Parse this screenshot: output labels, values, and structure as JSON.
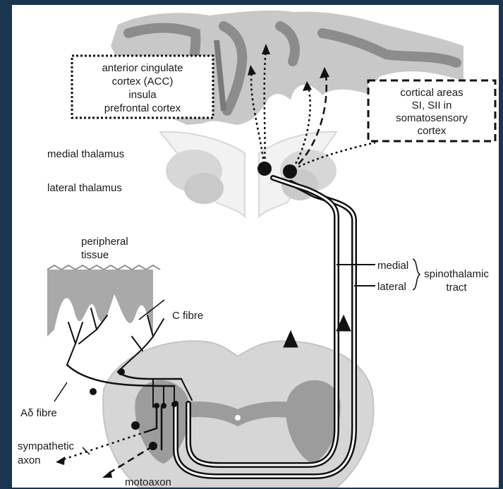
{
  "labels": {
    "acc_box": [
      "anterior cingulate",
      "cortex (ACC)",
      "insula",
      "prefrontal cortex"
    ],
    "cortical_box": [
      "cortical areas",
      "SI, SII in",
      "somatosensory",
      "cortex"
    ],
    "medial_thalamus": "medial thalamus",
    "lateral_thalamus": "lateral thalamus",
    "peripheral_tissue": [
      "peripheral",
      "tissue"
    ],
    "c_fibre": "C fibre",
    "a_delta_fibre": "Aδ fibre",
    "medial": "medial",
    "lateral": "lateral",
    "spinothalamic_tract": [
      "spinothalamic",
      "tract"
    ],
    "sympathetic_axon": [
      "sympathetic",
      "axon"
    ],
    "motoaxon": "motoaxon"
  },
  "colors": {
    "background_frame": "#1b3550",
    "panel": "#ffffff",
    "cortex_gray": "#b9b9b9",
    "cortex_dark": "#8c8c8c",
    "fibre": "#111111"
  }
}
